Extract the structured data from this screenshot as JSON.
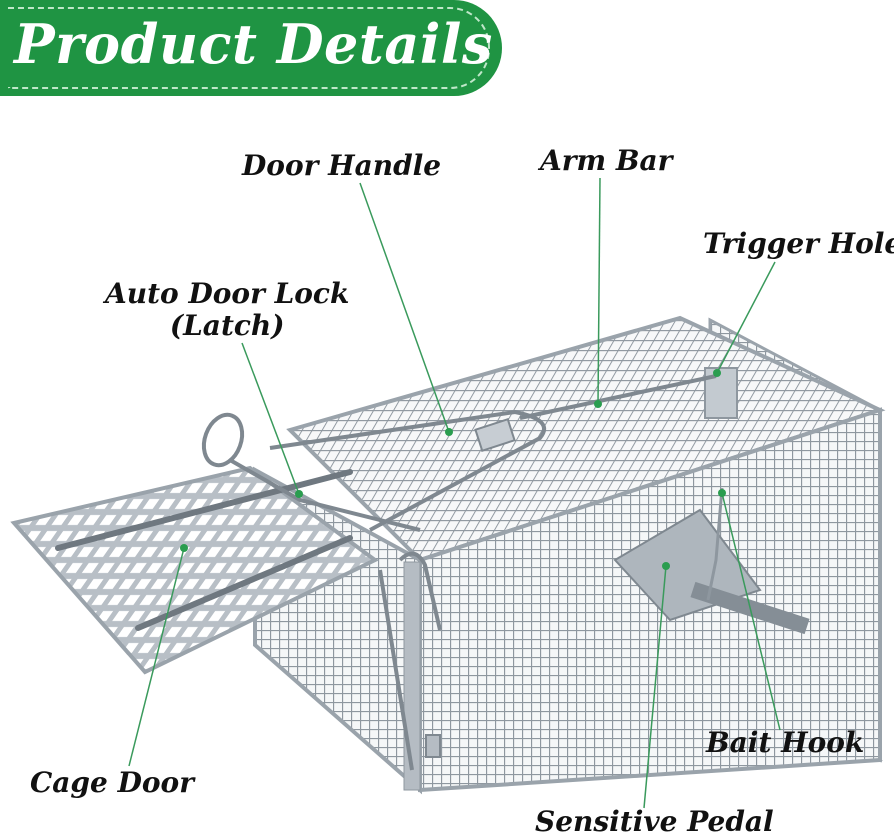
{
  "banner": {
    "title": "Product Details"
  },
  "labels": {
    "door_handle": "Door Handle",
    "arm_bar": "Arm Bar",
    "trigger_hole": "Trigger Hole",
    "auto_door_lock_line1": "Auto Door Lock",
    "auto_door_lock_line2": "(Latch)",
    "cage_door": "Cage Door",
    "bait_hook": "Bait Hook",
    "sensitive_pedal": "Sensitive Pedal"
  },
  "colors": {
    "banner_green": "#1f9443",
    "leader_line": "#3a9a5c",
    "leader_dot": "#2a9d4f",
    "metal": "#9aa3ab",
    "mesh": "#8e979f"
  }
}
